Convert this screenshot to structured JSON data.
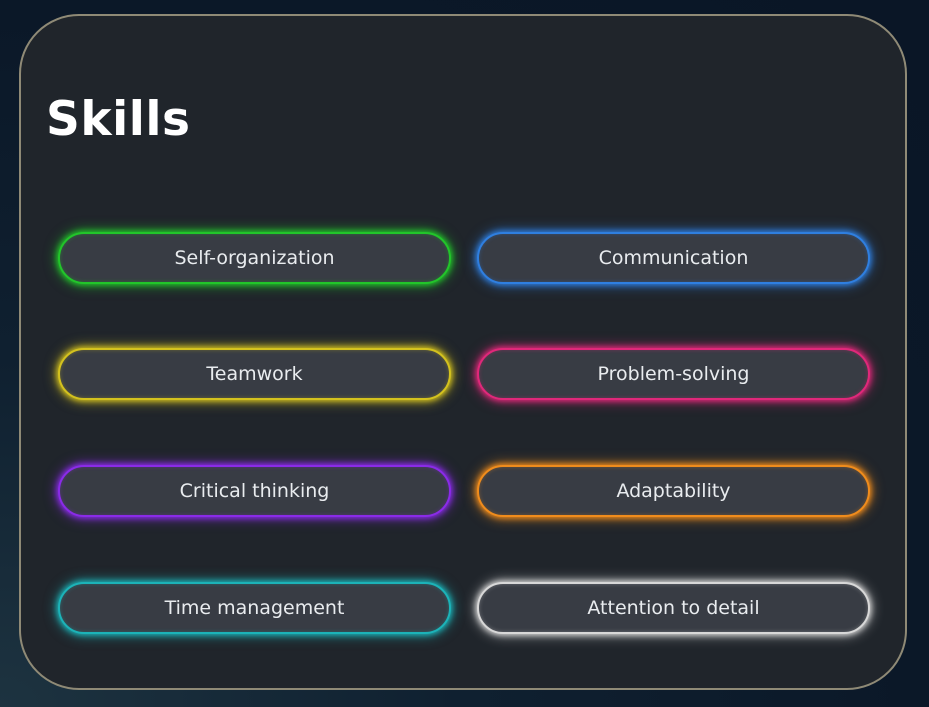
{
  "card": {
    "title": "Skills"
  },
  "skills": [
    {
      "label": "Self-organization",
      "glow_color": "#22c52a"
    },
    {
      "label": "Communication",
      "glow_color": "#2f7fe0"
    },
    {
      "label": "Teamwork",
      "glow_color": "#d4c21e"
    },
    {
      "label": "Problem-solving",
      "glow_color": "#e0287a"
    },
    {
      "label": "Critical thinking",
      "glow_color": "#8a2be8"
    },
    {
      "label": "Adaptability",
      "glow_color": "#f08c1c"
    },
    {
      "label": "Time management",
      "glow_color": "#1cb3b8"
    },
    {
      "label": "Attention to detail",
      "glow_color": "#d8d8d8"
    }
  ],
  "colors": {
    "card_background": "#20252b",
    "card_border": "#8f8a76",
    "pill_background": "#383c44",
    "text": "#e9ecef",
    "page_background": "#0b1828"
  }
}
